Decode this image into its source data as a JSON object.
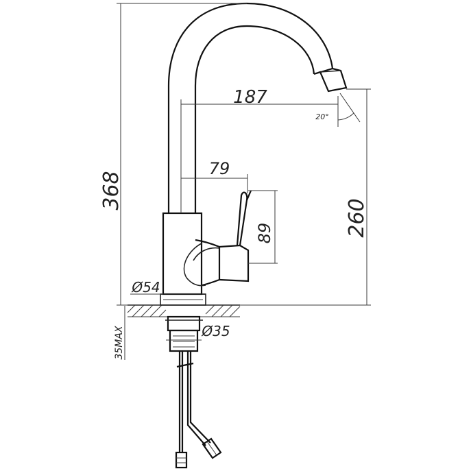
{
  "drawing": {
    "dimensions": {
      "total_height": "368",
      "spout_reach": "187",
      "spout_angle": "20°",
      "spout_height": "260",
      "handle_offset": "79",
      "handle_height": "89",
      "base_diameter": "Ø54",
      "mount_diameter": "Ø35",
      "max_thickness": "35MAX"
    }
  }
}
